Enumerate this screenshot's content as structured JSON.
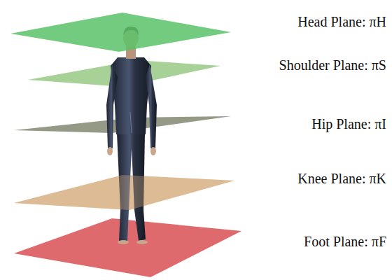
{
  "diagram": {
    "labels": [
      "Head Plane: πH",
      "Shoulder Plane: πS",
      "Hip Plane: πI",
      "Knee Plane: πK",
      "Foot Plane: πF"
    ]
  }
}
